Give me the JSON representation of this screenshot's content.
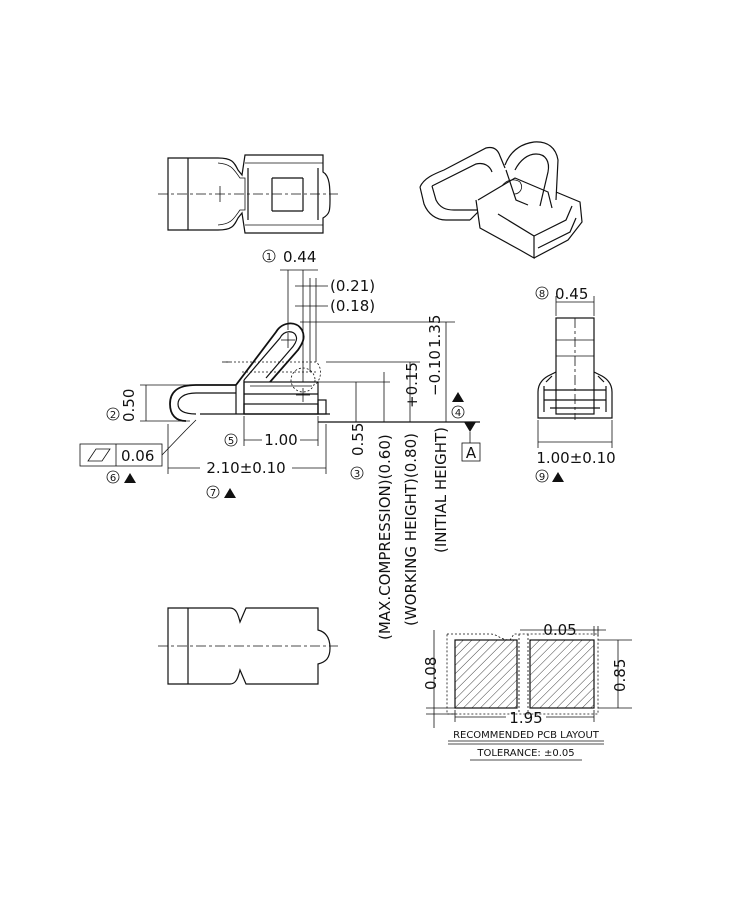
{
  "side_view": {
    "dim_thickness": "0.44",
    "dim_thickness_marker": "1",
    "dim_gap_021": "(0.21)",
    "dim_gap_018": "(0.18)",
    "dim_left_height": "0.50",
    "dim_left_height_marker": "2",
    "dim_max_compression": "0.55",
    "dim_max_compression_marker": "3",
    "dim_initial_height": "1.35",
    "dim_initial_height_tol_upper": "+0.15",
    "dim_initial_height_tol_lower": "−0.10",
    "dim_initial_height_marker": "4",
    "dim_pad_length": "1.00",
    "dim_pad_length_marker": "5",
    "flatness_value": "0.06",
    "flatness_marker": "6",
    "dim_overall_length": "2.10±0.10",
    "dim_overall_length_marker": "7",
    "datum_label": "A",
    "label_max_compression": "(MAX.COMPRESSION)(0.60)",
    "label_working_height": "(WORKING HEIGHT)(0.80)",
    "label_initial_height": "(INITIAL HEIGHT)"
  },
  "front_view": {
    "dim_top_width": "0.45",
    "dim_top_width_marker": "8",
    "dim_base_width": "1.00±0.10",
    "dim_base_width_marker": "9"
  },
  "pcb_layout": {
    "dim_gap": "0.05",
    "dim_height": "0.85",
    "dim_offset": "0.08",
    "dim_length": "1.95",
    "title": "RECOMMENDED PCB LAYOUT",
    "tolerance": "TOLERANCE: ±0.05"
  }
}
